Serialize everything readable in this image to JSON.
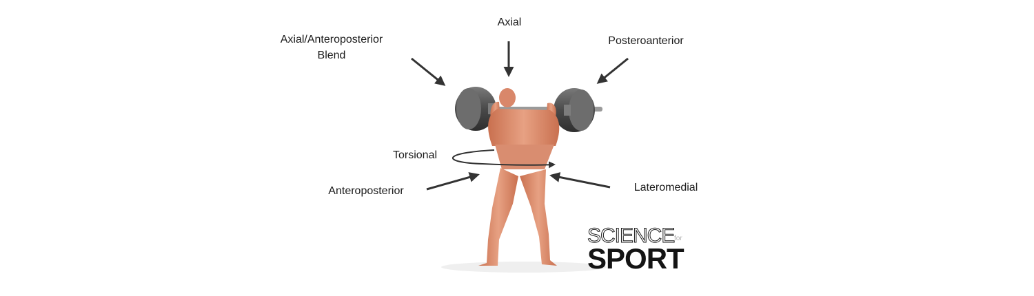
{
  "labels": {
    "axial_ap_blend_line1": "Axial/Anteroposterior",
    "axial_ap_blend_line2": "Blend",
    "axial": "Axial",
    "posteroanterior": "Posteroanterior",
    "torsional": "Torsional",
    "anteroposterior": "Anteroposterior",
    "lateromedial": "Lateromedial"
  },
  "logo": {
    "top_text": "SCIENCE",
    "small_text": "for",
    "bottom_text": "SPORT",
    "accent_color": "#2b6cb0"
  },
  "colors": {
    "arrow": "#333333",
    "skin": "#d9876a",
    "plate": "#555555"
  }
}
